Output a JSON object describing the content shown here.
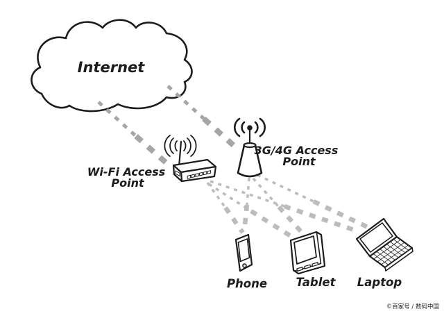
{
  "diagram": {
    "type": "network-topology",
    "nodes": {
      "internet": {
        "label": "Internet",
        "kind": "cloud"
      },
      "wifi_ap": {
        "label_line1": "Wi-Fi Access",
        "label_line2": "Point",
        "kind": "wifi-router"
      },
      "cellular_ap": {
        "label_line1": "3G/4G Access",
        "label_line2": "Point",
        "kind": "cell-tower"
      },
      "phone": {
        "label": "Phone",
        "kind": "smartphone"
      },
      "tablet": {
        "label": "Tablet",
        "kind": "tablet"
      },
      "laptop": {
        "label": "Laptop",
        "kind": "laptop"
      }
    },
    "connections": [
      {
        "from": "internet",
        "to": "wifi_ap",
        "style": "thick-dashed"
      },
      {
        "from": "internet",
        "to": "cellular_ap",
        "style": "thick-dashed"
      },
      {
        "from": "wifi_ap",
        "to": "phone",
        "style": "thin-dashed"
      },
      {
        "from": "wifi_ap",
        "to": "tablet",
        "style": "thin-dashed"
      },
      {
        "from": "wifi_ap",
        "to": "laptop",
        "style": "thin-dashed"
      },
      {
        "from": "cellular_ap",
        "to": "phone",
        "style": "thin-dashed"
      },
      {
        "from": "cellular_ap",
        "to": "tablet",
        "style": "thin-dashed"
      },
      {
        "from": "cellular_ap",
        "to": "laptop",
        "style": "thin-dashed"
      }
    ],
    "colors": {
      "ink": "#1c1c1c",
      "thick_dash": "#a6a6a6",
      "thin_dash": "#bcbcbc",
      "background": "#ffffff",
      "watermark": "#dedede"
    },
    "watermark": "©百家号 / 数码中国"
  }
}
